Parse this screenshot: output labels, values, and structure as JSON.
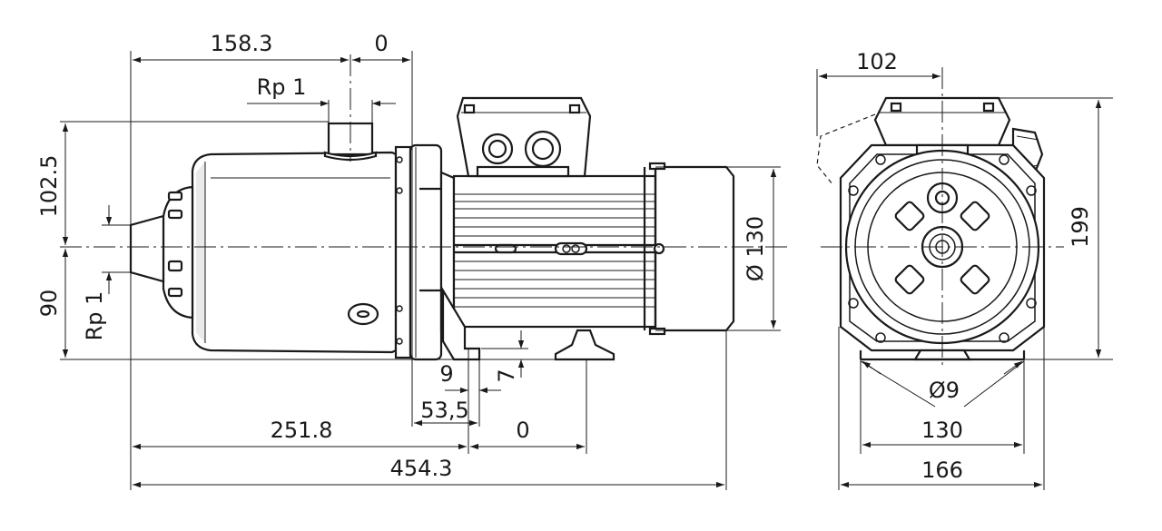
{
  "drawing": {
    "side_view": {
      "labels": {
        "top_dim_left": "158.3",
        "top_dim_right": "0",
        "suction_thread": "Rp 1",
        "height_upper": "102.5",
        "height_lower": "90",
        "discharge_thread": "Rp 1",
        "motor_diameter": "Ø 130",
        "foot_offset": "9",
        "foot_height": "7",
        "foot_width": "53,5",
        "base_dim_left": "251.8",
        "base_dim_right": "0",
        "overall_length": "454.3"
      }
    },
    "front_view": {
      "labels": {
        "width_offset": "102",
        "overall_height": "199",
        "hole_diameter": "Ø9",
        "hole_spacing": "130",
        "base_width": "166"
      }
    }
  }
}
